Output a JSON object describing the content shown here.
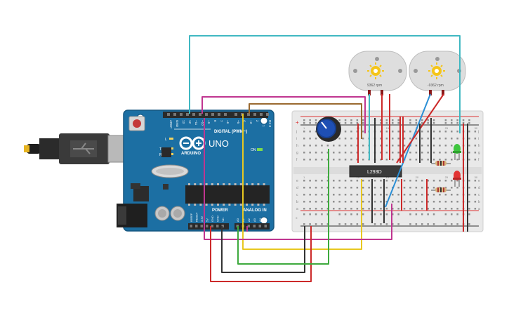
{
  "arduino": {
    "logo_text": "ARDUINO",
    "model": "UNO",
    "digital_header": "DIGITAL (PWM~)",
    "power_header": "POWER",
    "analog_header": "ANALOG IN",
    "tx": "TX",
    "rx": "RX",
    "l_led": "L",
    "on_led": "ON",
    "top_pins": [
      "AREF",
      "GND",
      "13",
      "12",
      "~11",
      "~10",
      "~9",
      "8",
      "7",
      "~6",
      "~5",
      "4",
      "~3",
      "2",
      "TX 1",
      "RX 0"
    ],
    "power_pins": [
      "IOREF",
      "RESET",
      "3.3V",
      "5V",
      "GND",
      "GND",
      "Vin"
    ],
    "analog_pins": [
      "A0",
      "A1",
      "A2",
      "A3",
      "A4",
      "A5"
    ]
  },
  "ic": {
    "label": "L293D"
  },
  "motors": [
    {
      "rpm": "9362 rpm"
    },
    {
      "rpm": "-9362 rpm"
    }
  ],
  "breadboard": {
    "rows_top": [
      "j",
      "i",
      "h",
      "g",
      "f"
    ],
    "rows_bottom": [
      "e",
      "d",
      "c",
      "b",
      "a"
    ],
    "col_labels": [
      "1",
      "5",
      "10",
      "15",
      "20",
      "25",
      "30"
    ],
    "rail_plus": "+",
    "rail_minus": "-"
  },
  "colors": {
    "board": "#1c6fa3",
    "wire_cyan": "#40b8c2",
    "wire_magenta": "#c03590",
    "wire_brown": "#9a6a30",
    "wire_yellow": "#e8c820",
    "wire_red": "#cc2a2a",
    "wire_black": "#333333",
    "wire_green": "#3eaa3e",
    "wire_blue": "#2a8fd6"
  }
}
